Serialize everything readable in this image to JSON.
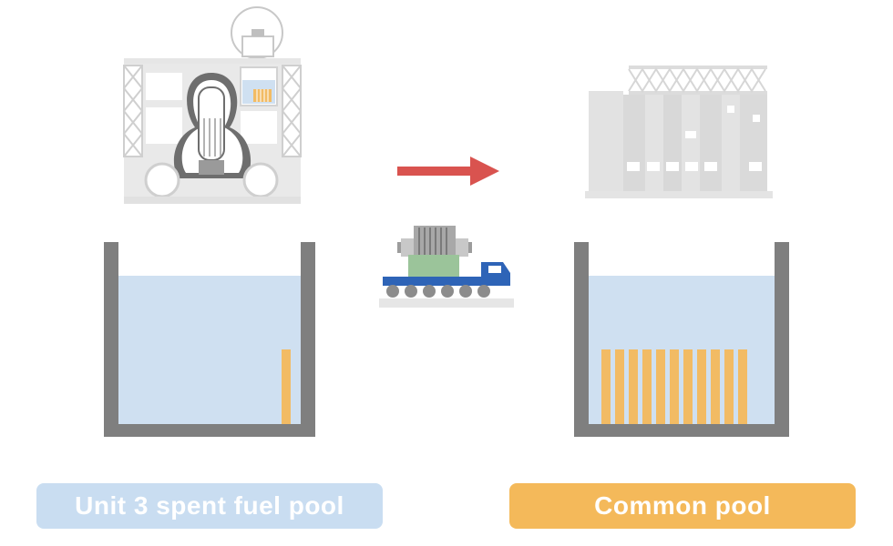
{
  "labels": {
    "left_pool": "Unit 3 spent fuel pool",
    "right_pool": "Common pool"
  },
  "colors": {
    "left_label_bg": "#c9ddf1",
    "right_label_bg": "#f4b95a",
    "water": "#cfe0f1",
    "pool_wall": "#7f7f7f",
    "fuel": "#f2bb64",
    "arrow": "#d9534f",
    "truck_bed": "#2e64b7",
    "cask_body": "#9bc49a",
    "building_gray": "#e3e3e3"
  },
  "fuel_assemblies": {
    "left_pool_count": 1,
    "right_pool_count": 11
  },
  "icons": [
    "reactor-building-icon",
    "common-pool-building-icon",
    "transfer-arrow-icon",
    "cask-truck-icon"
  ]
}
